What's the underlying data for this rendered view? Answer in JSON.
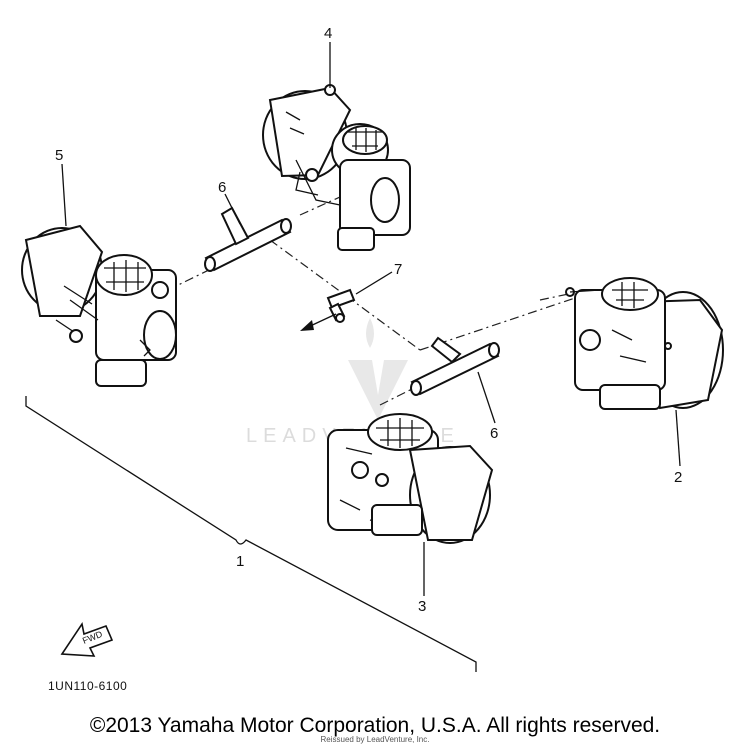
{
  "callouts": {
    "c1": "1",
    "c2": "2",
    "c3": "3",
    "c4": "4",
    "c5": "5",
    "c6a": "6",
    "c6b": "6",
    "c7": "7"
  },
  "fwd_label": "FWD",
  "part_code": "1UN110-6100",
  "watermark": "LEADVENTURE",
  "copyright": "©2013 Yamaha Motor Corporation, U.S.A. All rights reserved.",
  "credit": "Reissued by LeadVenture, Inc."
}
